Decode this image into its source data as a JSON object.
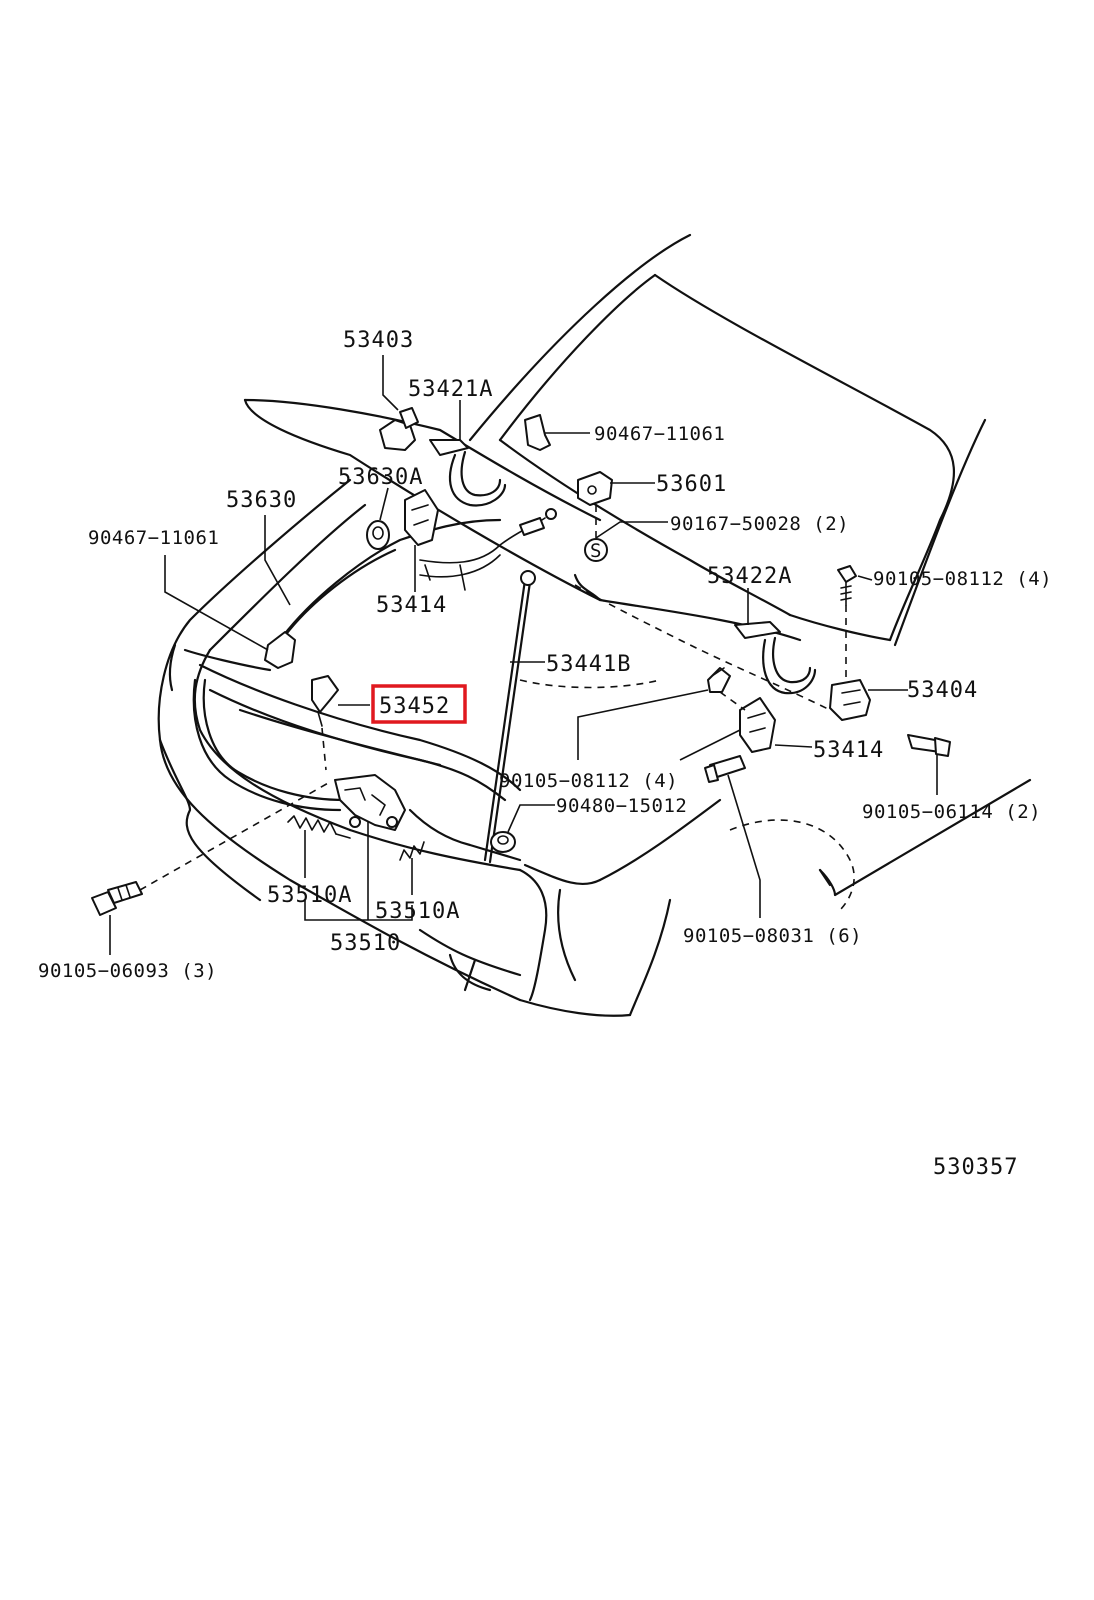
{
  "diagram": {
    "highlight_color": "#e0191f",
    "line_color": "#111111",
    "background": "#ffffff",
    "labels": {
      "p53403": "53403",
      "p53421A": "53421A",
      "p90467_top": "90467−11061",
      "p53630A": "53630A",
      "p53601": "53601",
      "p53630": "53630",
      "p90167": "90167−50028 (2)",
      "p90467_left": "90467−11061",
      "p53422A": "53422A",
      "p90105_08112_top": "90105−08112 (4)",
      "p53414_left": "53414",
      "p53441B": "53441B",
      "p53404": "53404",
      "p53452": "53452",
      "p53414_right": "53414",
      "p90105_08112_mid": "90105−08112 (4)",
      "p90480": "90480−15012",
      "p90105_06114": "90105−06114 (2)",
      "p53510A_left": "53510A",
      "p53510A_right": "53510A",
      "p53510": "53510",
      "p90105_08031": "90105−08031 (6)",
      "p90105_06093": "90105−06093 (3)",
      "s_mark": "S",
      "figure_code": "530357"
    }
  }
}
